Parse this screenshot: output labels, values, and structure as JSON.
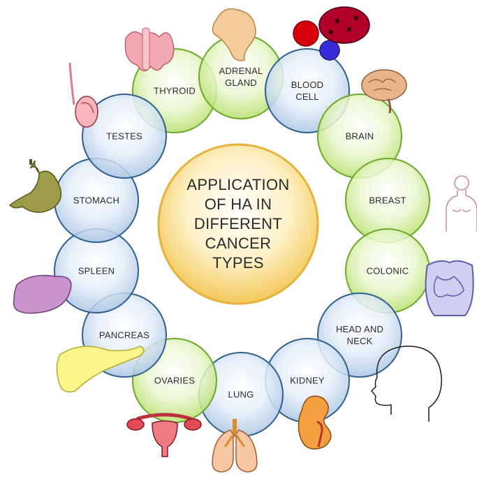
{
  "center": {
    "lines": [
      "APPLICATION",
      "OF HA IN",
      "DIFFERENT",
      "CANCER",
      "TYPES"
    ]
  },
  "colors": {
    "blue_fill": "#cfe0f1",
    "blue_stroke": "#2f5f8f",
    "green_fill": "#d9f0a8",
    "green_stroke": "#6aa82a",
    "center_fill": "#fde9a6",
    "center_stroke": "#e8b23a"
  },
  "nodes": [
    {
      "id": "thyroid",
      "lines": [
        "THYROID"
      ],
      "color": "green",
      "icon": "thyroid-icon"
    },
    {
      "id": "adrenal-gland",
      "lines": [
        "ADRENAL",
        "GLAND"
      ],
      "color": "green",
      "icon": "adrenal-gland-icon"
    },
    {
      "id": "blood-cell",
      "lines": [
        "BLOOD",
        "CELL"
      ],
      "color": "blue",
      "icon": "blood-cell-icon"
    },
    {
      "id": "brain",
      "lines": [
        "BRAIN"
      ],
      "color": "green",
      "icon": "brain-icon"
    },
    {
      "id": "breast",
      "lines": [
        "BREAST"
      ],
      "color": "green",
      "icon": "breast-icon"
    },
    {
      "id": "colonic",
      "lines": [
        "COLONIC"
      ],
      "color": "green",
      "icon": "colon-icon"
    },
    {
      "id": "head-and-neck",
      "lines": [
        "HEAD AND",
        "NECK"
      ],
      "color": "blue",
      "icon": "head-icon"
    },
    {
      "id": "kidney",
      "lines": [
        "KIDNEY"
      ],
      "color": "blue",
      "icon": "kidney-icon"
    },
    {
      "id": "lung",
      "lines": [
        "LUNG"
      ],
      "color": "blue",
      "icon": "lung-icon"
    },
    {
      "id": "ovaries",
      "lines": [
        "OVARIES"
      ],
      "color": "green",
      "icon": "ovaries-icon"
    },
    {
      "id": "pancreas",
      "lines": [
        "PANCREAS"
      ],
      "color": "blue",
      "icon": "pancreas-icon"
    },
    {
      "id": "spleen",
      "lines": [
        "SPLEEN"
      ],
      "color": "blue",
      "icon": "spleen-icon"
    },
    {
      "id": "stomach",
      "lines": [
        "STOMACH"
      ],
      "color": "blue",
      "icon": "stomach-icon"
    },
    {
      "id": "testes",
      "lines": [
        "TESTES"
      ],
      "color": "blue",
      "icon": "testes-icon"
    }
  ]
}
